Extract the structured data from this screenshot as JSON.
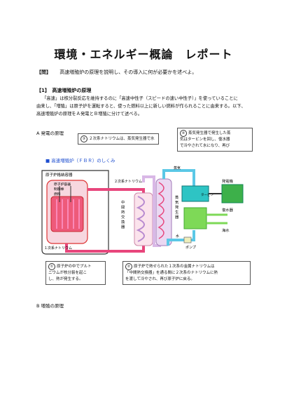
{
  "title": "環境・エネルギー概論　レポート",
  "question": {
    "label": "【問】",
    "text": "高速増殖炉の原理を説明し、その導入に何が必要かを述べよ。"
  },
  "section1": {
    "heading": "【1】　高速増殖炉の原理",
    "paragraph_lines": [
      "「高速」は核分裂反応を維持するのに「高速中性子（スピードの速い中性子）」を使っていることに",
      "由来し、「増殖」は原子炉を運転すると、使った燃料以上に新しい燃料が作られることに由来する。以下、",
      "高速増殖炉の原理をＡ発電とＢ増殖に分けて述べる。"
    ]
  },
  "sectionA": {
    "heading": "A  発電の原理"
  },
  "sectionB": {
    "heading": "B  増殖の原理"
  },
  "diagram": {
    "subtitle": "■ 高速増殖炉（ＦＢＲ）のしくみ",
    "labels": {
      "containment": "原子炉格納容器",
      "reactor_parts": [
        "原子炉容器",
        "制御棒",
        "燃料"
      ],
      "primary_sodium": "１次系ナトリウム",
      "secondary_sodium": "２次系ナトリウム",
      "intermediate_hx": "中間熱交換器",
      "steam_generator": "蒸気発生器",
      "steam": "蒸気",
      "turbine": "タービン",
      "generator": "発電機",
      "condenser": "復水器",
      "seawater": "海水",
      "water": "水",
      "pump": "ポンプ"
    },
    "notes": {
      "n1": {
        "num": "①",
        "lines": [
          "原子炉の中でプルト",
          "ニウムが核分裂を起こ",
          "し、熱が発生する。"
        ]
      },
      "n2": {
        "num": "②",
        "lines": [
          "原子炉で熱せられた１次系の金属ナトリウムは",
          "「中間熱交換器」を通る間に２次系のナトリウムに熱",
          "を渡して冷やされ、再び原子炉に戻る。"
        ]
      },
      "n3": {
        "num": "③",
        "lines": [
          "２次系ナトリウムは、蒸気発生器で水"
        ]
      },
      "n4": {
        "num": "④",
        "lines": [
          "蒸気発生器で発生した蒸",
          "気はタービンを回し、復水器",
          "で冷やされて水になり、再び"
        ]
      }
    },
    "colors": {
      "primary_loop": "#e8467c",
      "secondary_loop": "#d9b8e6",
      "water_loop": "#5bc8e6",
      "turbine": "#2ec4c4",
      "generator": "#3db04a",
      "condenser": "#7ed957",
      "title_blue": "#1f4fd0"
    }
  }
}
